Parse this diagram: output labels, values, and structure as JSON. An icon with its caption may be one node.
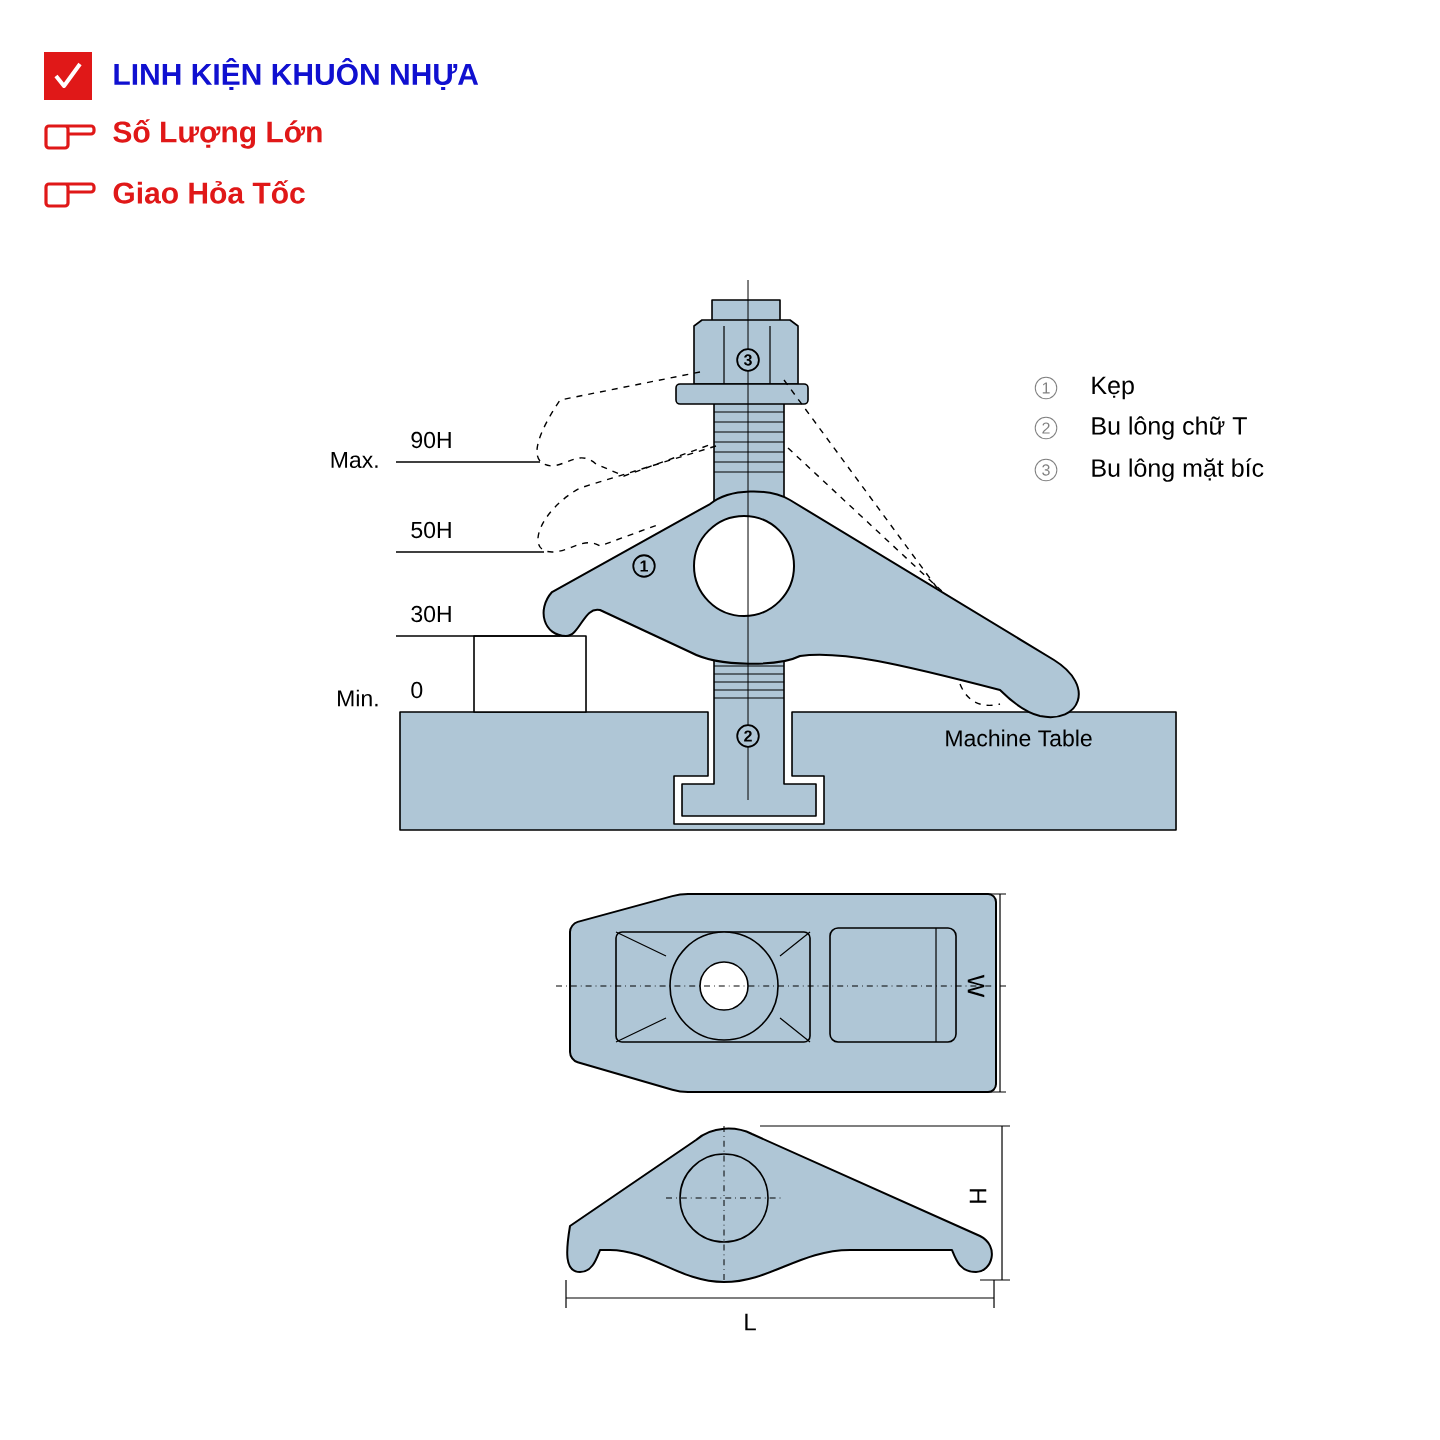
{
  "diagram": {
    "title": "LINH KIỆN KHUÔN NHỰA",
    "labels": [
      "Số Lượng Lớn",
      "Giao Hỏa Tốc",
      "Max.",
      "90H",
      "50H",
      "30H",
      "Min.",
      "0",
      "3",
      "1",
      "2",
      "Machine Table",
      "1",
      "Kẹp",
      "2",
      "Bu lông chữ T",
      "3",
      "Bu lông mặt bíc",
      "W",
      "H",
      "L"
    ]
  }
}
